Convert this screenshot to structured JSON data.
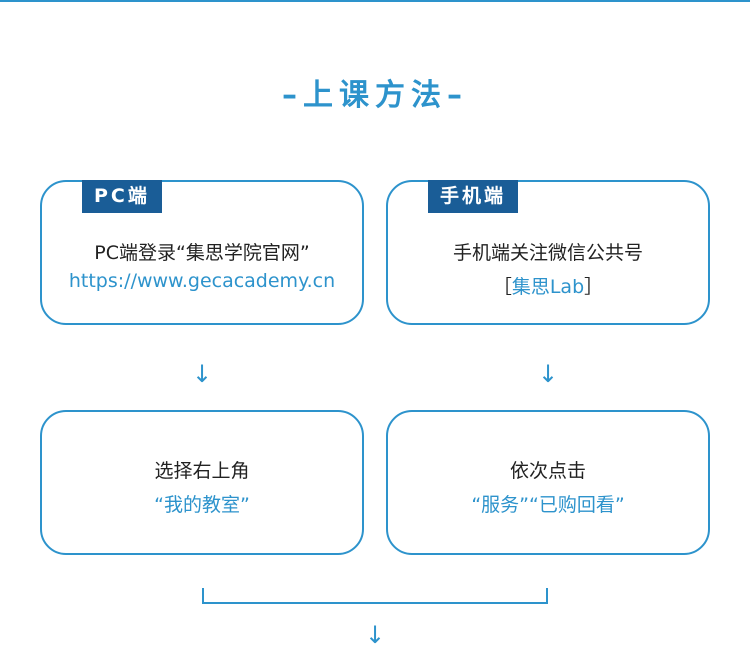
{
  "title": "–上课方法–",
  "pc_card": {
    "tag": "PC端",
    "line1": "PC端登录“集思学院官网”",
    "line2": "https://www.gecacademy.cn"
  },
  "mobile_card": {
    "tag": "手机端",
    "line1": "手机端关注微信公共号",
    "line2_open": "［",
    "line2_name": "集思Lab",
    "line2_close": "］"
  },
  "pc_step2": {
    "line1": "选择右上角",
    "line2": "“我的教室”"
  },
  "mobile_step2": {
    "line1": "依次点击",
    "line2": "“服务”“已购回看”"
  },
  "arrow_glyph": "↓",
  "colors": {
    "accent": "#2d93cc",
    "tag_bg": "#1a5d97"
  }
}
